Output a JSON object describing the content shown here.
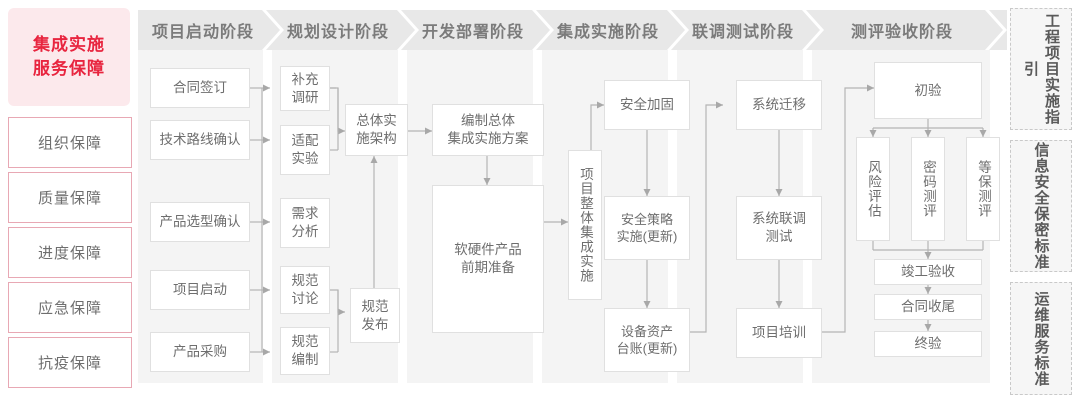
{
  "guarantee_panel": {
    "title": "集成实施\n服务保障",
    "title_line1": "集成实施",
    "title_line2": "服务保障",
    "items": [
      {
        "label": "组织保障"
      },
      {
        "label": "质量保障"
      },
      {
        "label": "进度保障"
      },
      {
        "label": "应急保障"
      },
      {
        "label": "抗疫保障"
      }
    ]
  },
  "phases": [
    {
      "id": "startup",
      "header": "项目启动阶段",
      "nodes": [
        {
          "id": "n-contract",
          "label": "合同签订"
        },
        {
          "id": "n-techroute",
          "label": "技术路线确认"
        },
        {
          "id": "n-product-sel",
          "label": "产品选型确认"
        },
        {
          "id": "n-kickoff",
          "label": "项目启动"
        },
        {
          "id": "n-purchase",
          "label": "产品采购"
        }
      ]
    },
    {
      "id": "planning",
      "header": "规划设计阶段",
      "nodes": [
        {
          "id": "n-supp-research",
          "label": "补充\n调研",
          "l1": "补充",
          "l2": "调研"
        },
        {
          "id": "n-adapt-test",
          "label": "适配\n实验",
          "l1": "适配",
          "l2": "实验"
        },
        {
          "id": "n-req-analysis",
          "label": "需求\n分析",
          "l1": "需求",
          "l2": "分析"
        },
        {
          "id": "n-spec-discuss",
          "label": "规范\n讨论",
          "l1": "规范",
          "l2": "讨论"
        },
        {
          "id": "n-spec-draft",
          "label": "规范\n编制",
          "l1": "规范",
          "l2": "编制"
        },
        {
          "id": "n-arch",
          "label": "总体实\n施架构",
          "l1": "总体实",
          "l2": "施架构"
        },
        {
          "id": "n-spec-release",
          "label": "规范\n发布",
          "l1": "规范",
          "l2": "发布"
        }
      ]
    },
    {
      "id": "develop",
      "header": "开发部署阶段",
      "nodes": [
        {
          "id": "n-plan-doc",
          "label": "编制总体\n集成实施方案",
          "l1": "编制总体",
          "l2": "集成实施方案"
        },
        {
          "id": "n-hw-sw-prep",
          "label": "软硬件产品\n前期准备",
          "l1": "软硬件产品",
          "l2": "前期准备"
        }
      ]
    },
    {
      "id": "integration",
      "header": "集成实施阶段",
      "nodes": [
        {
          "id": "n-overall-integration",
          "label": "项目整体集成实施"
        },
        {
          "id": "n-sec-harden",
          "label": "安全加固"
        },
        {
          "id": "n-sec-policy",
          "label": "安全策略\n实施(更新)",
          "l1": "安全策略",
          "l2": "实施(更新)"
        },
        {
          "id": "n-asset-ledger",
          "label": "设备资产\n台账(更新)",
          "l1": "设备资产",
          "l2": "台账(更新)"
        }
      ]
    },
    {
      "id": "joint-test",
      "header": "联调测试阶段",
      "nodes": [
        {
          "id": "n-sys-migrate",
          "label": "系统迁移"
        },
        {
          "id": "n-joint-test",
          "label": "系统联调\n测试",
          "l1": "系统联调",
          "l2": "测试"
        },
        {
          "id": "n-training",
          "label": "项目培训"
        }
      ]
    },
    {
      "id": "acceptance",
      "header": "测评验收阶段",
      "nodes": [
        {
          "id": "n-initial-accept",
          "label": "初验"
        },
        {
          "id": "n-risk-assess",
          "label": "风险评估"
        },
        {
          "id": "n-crypto-eval",
          "label": "密码测评"
        },
        {
          "id": "n-grade-eval",
          "label": "等保测评"
        },
        {
          "id": "n-completion-accept",
          "label": "竣工验收"
        },
        {
          "id": "n-contract-close",
          "label": "合同收尾"
        },
        {
          "id": "n-final-accept",
          "label": "终验"
        }
      ]
    }
  ],
  "standards_panel": {
    "items": [
      {
        "id": "std-engineering",
        "label": "工程项目实施指引"
      },
      {
        "id": "std-security",
        "label": "信息安全保密标准"
      },
      {
        "id": "std-ops",
        "label": "运维服务标准"
      }
    ]
  },
  "colors": {
    "accent_red": "#e8253f",
    "accent_pink_bg": "#fce9ec",
    "accent_pink_border": "#e8a8b4",
    "column_bg": "#f4f4f4",
    "header_bg": "#e8e8e8",
    "header_text": "#7b7b7b",
    "node_text": "#6e6e6e",
    "node_border": "#e0e0e0",
    "wire": "#b4b4b4"
  }
}
